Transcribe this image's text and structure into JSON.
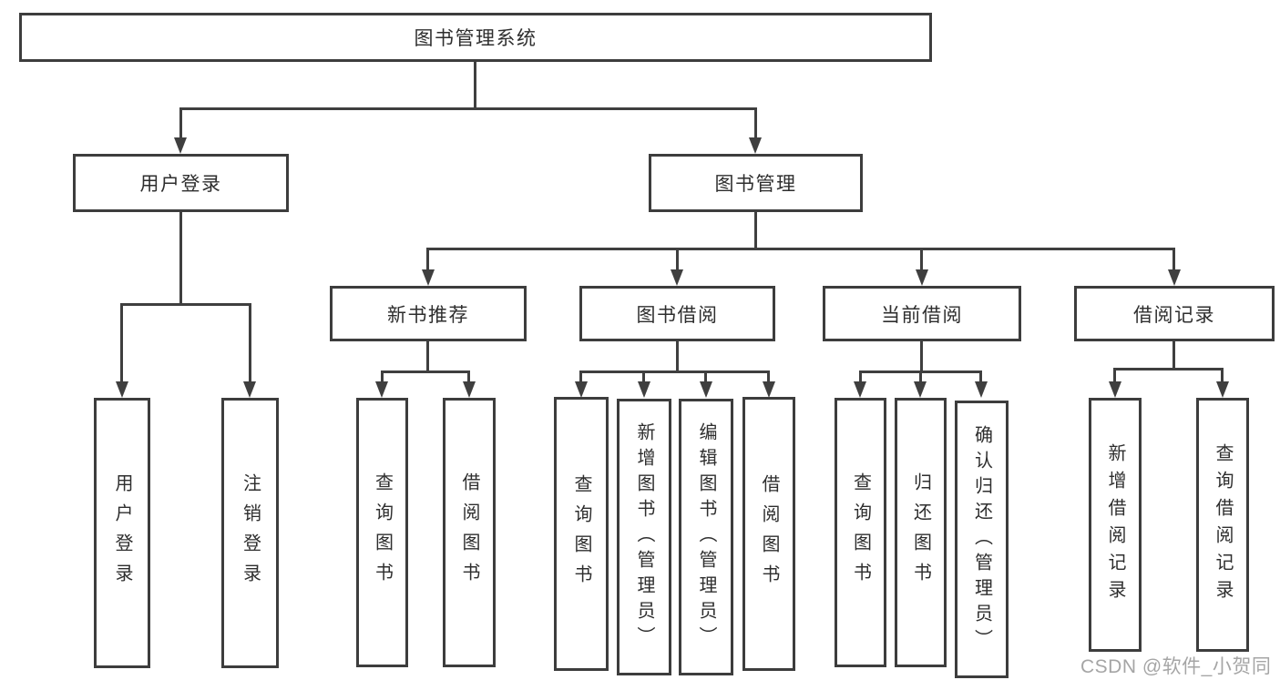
{
  "tree": {
    "label": "图书管理系统",
    "children": [
      {
        "label": "用户登录",
        "children": [
          {
            "label": "用户登录"
          },
          {
            "label": "注销登录"
          }
        ]
      },
      {
        "label": "图书管理",
        "children": [
          {
            "label": "新书推荐",
            "children": [
              {
                "label": "查询图书"
              },
              {
                "label": "借阅图书"
              }
            ]
          },
          {
            "label": "图书借阅",
            "children": [
              {
                "label": "查询图书"
              },
              {
                "label": "新增图书（管理员）"
              },
              {
                "label": "编辑图书（管理员）"
              },
              {
                "label": "借阅图书"
              }
            ]
          },
          {
            "label": "当前借阅",
            "children": [
              {
                "label": "查询图书"
              },
              {
                "label": "归还图书"
              },
              {
                "label": "确认归还（管理员）"
              }
            ]
          },
          {
            "label": "借阅记录",
            "children": [
              {
                "label": "新增借阅记录"
              },
              {
                "label": "查询借阅记录"
              }
            ]
          }
        ]
      }
    ]
  },
  "watermark": "CSDN @软件_小贺同学",
  "colors": {
    "line": "#3f3f3f",
    "box_border": "#3d3d3d",
    "text": "#2e2e2e",
    "watermark": "#9c9c9c",
    "background": "#ffffff"
  }
}
